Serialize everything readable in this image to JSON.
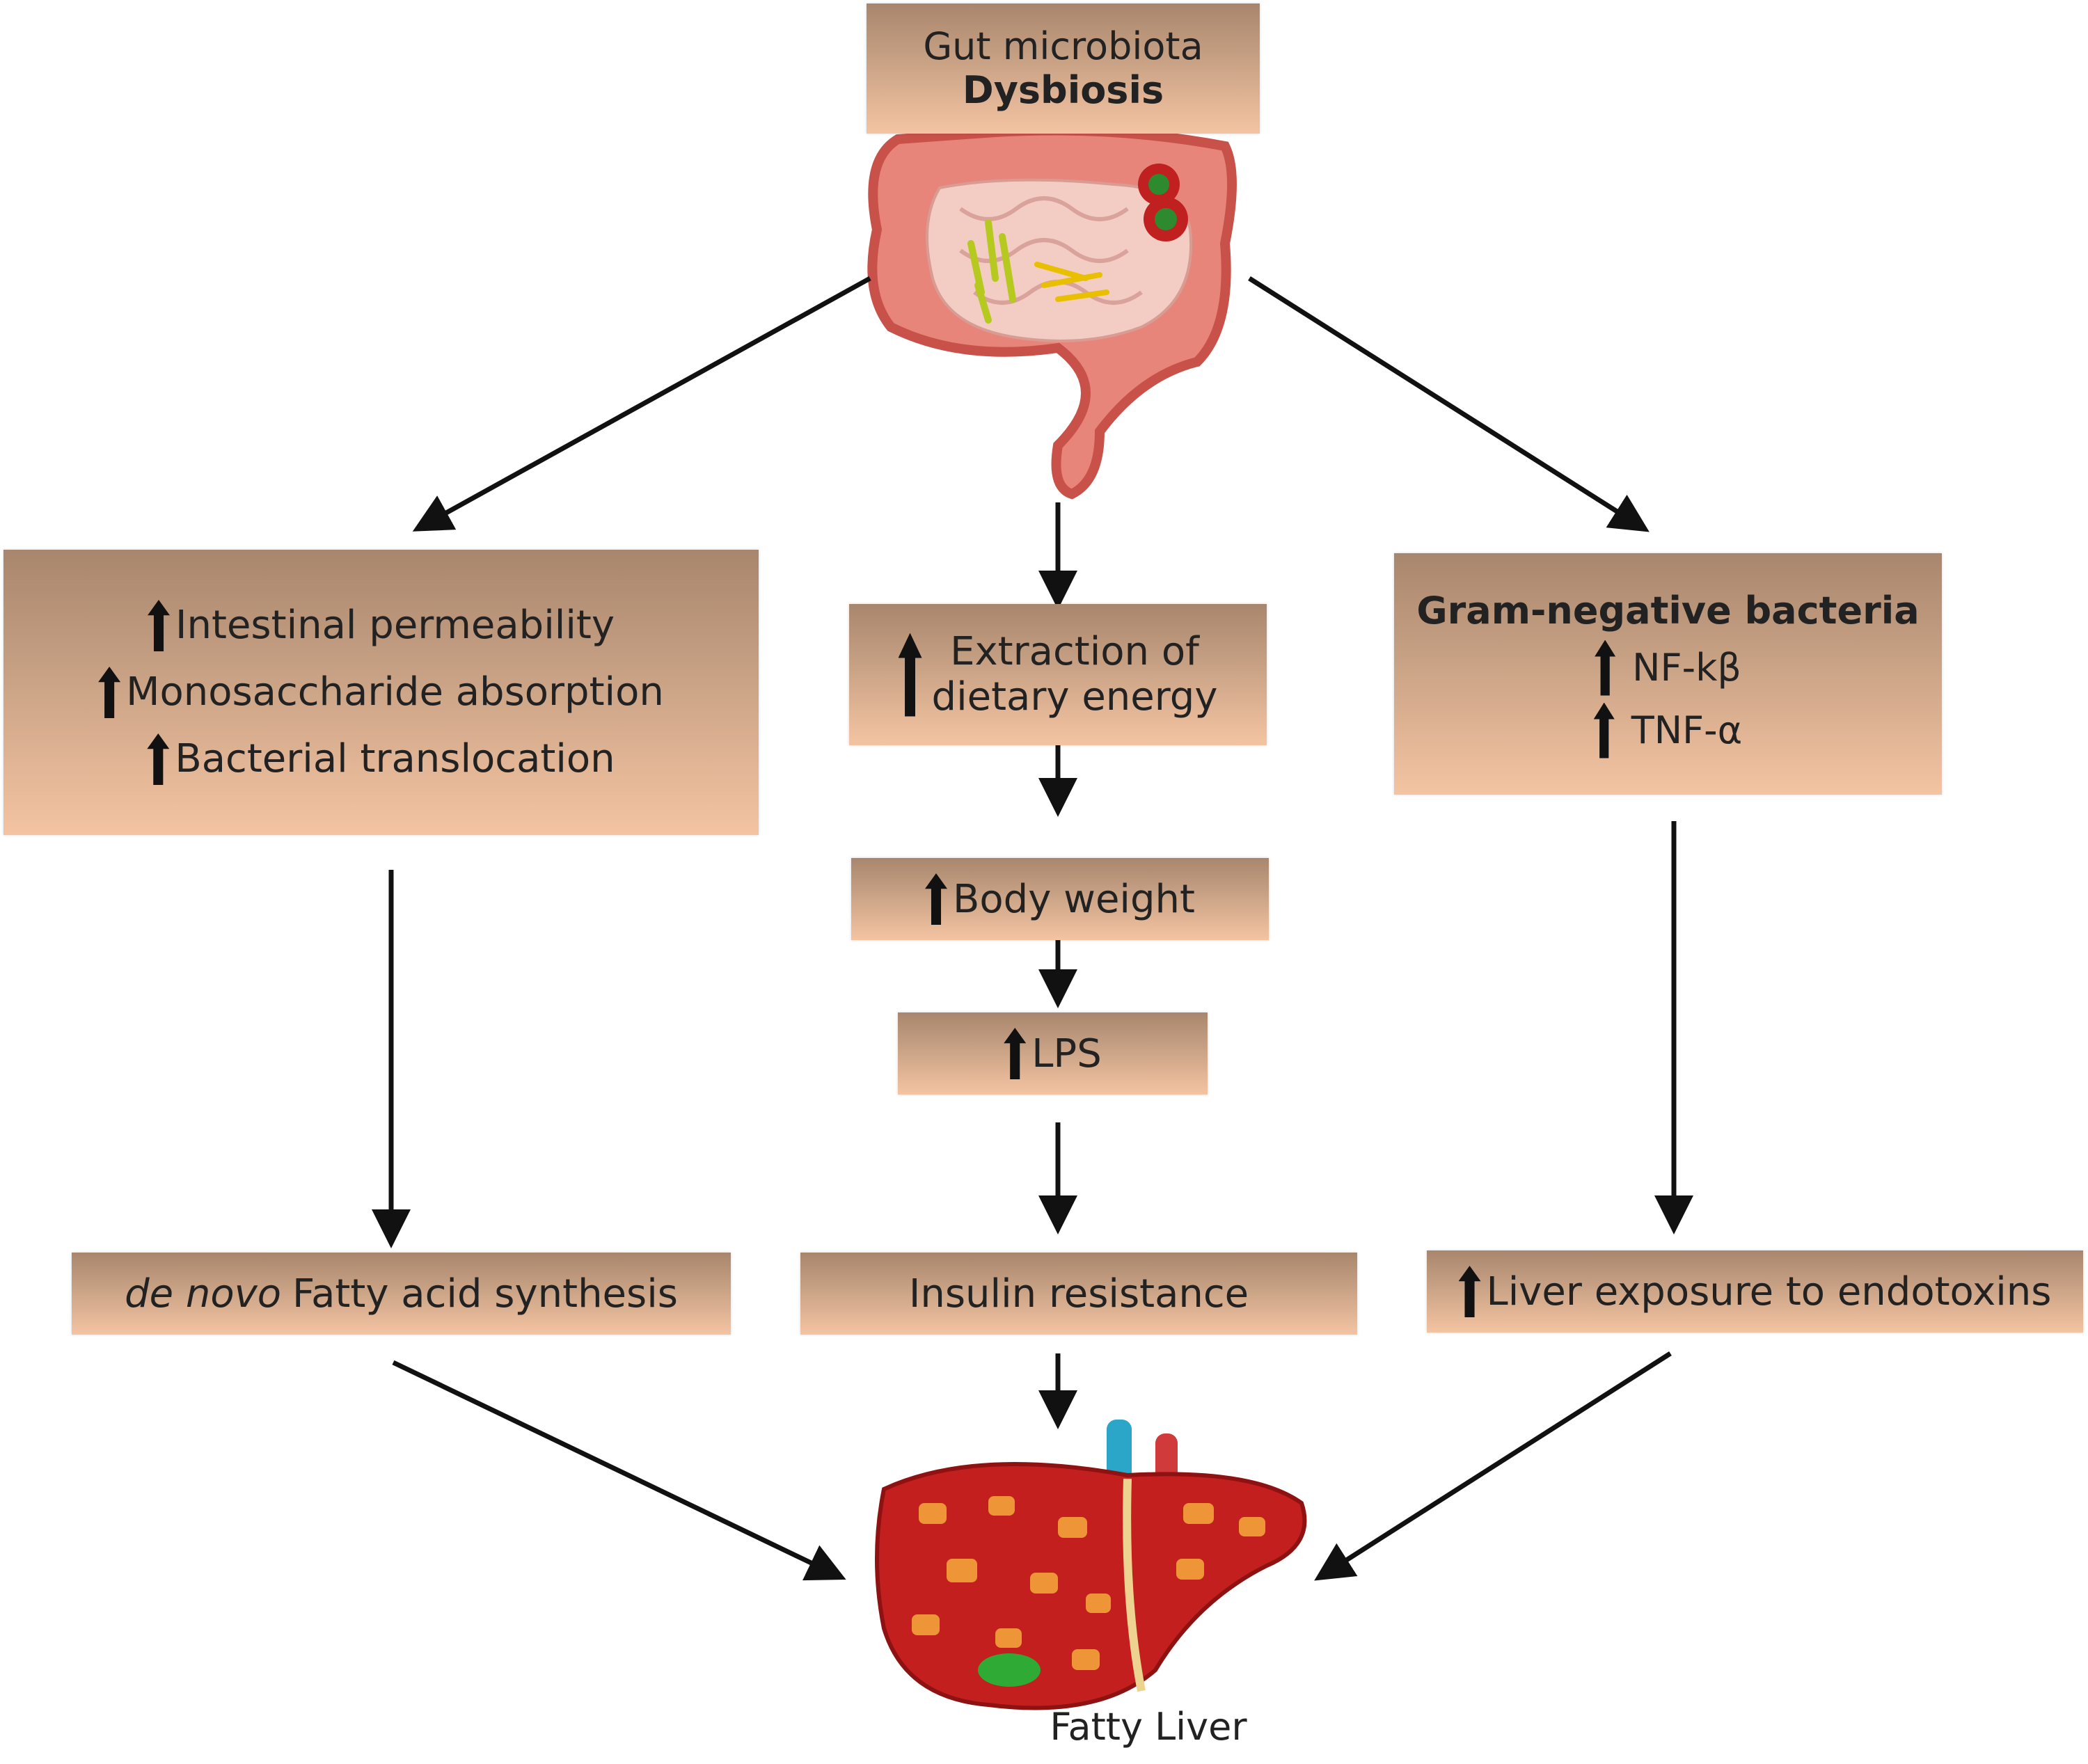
{
  "top": {
    "title": "Gut microbiota",
    "subtitle": "Dysbiosis"
  },
  "left_box": {
    "items": [
      "Intestinal permeability",
      "Monosaccharide absorption",
      "Bacterial translocation"
    ]
  },
  "center": {
    "energy": {
      "line1": "Extraction of",
      "line2": "dietary energy"
    },
    "body_weight": "Body weight",
    "lps": "LPS"
  },
  "right_box": {
    "title": "Gram-negative bacteria",
    "items": [
      "NF-kβ",
      "TNF-α"
    ]
  },
  "bottom": {
    "left": {
      "italic": "de novo",
      "rest": "Fatty acid synthesis"
    },
    "center": "Insulin resistance",
    "right": "Liver exposure to endotoxins"
  },
  "liver_label": "Fatty Liver",
  "illustrations": {
    "intestine": "intestine-illustration",
    "liver": "fatty-liver-illustration"
  }
}
